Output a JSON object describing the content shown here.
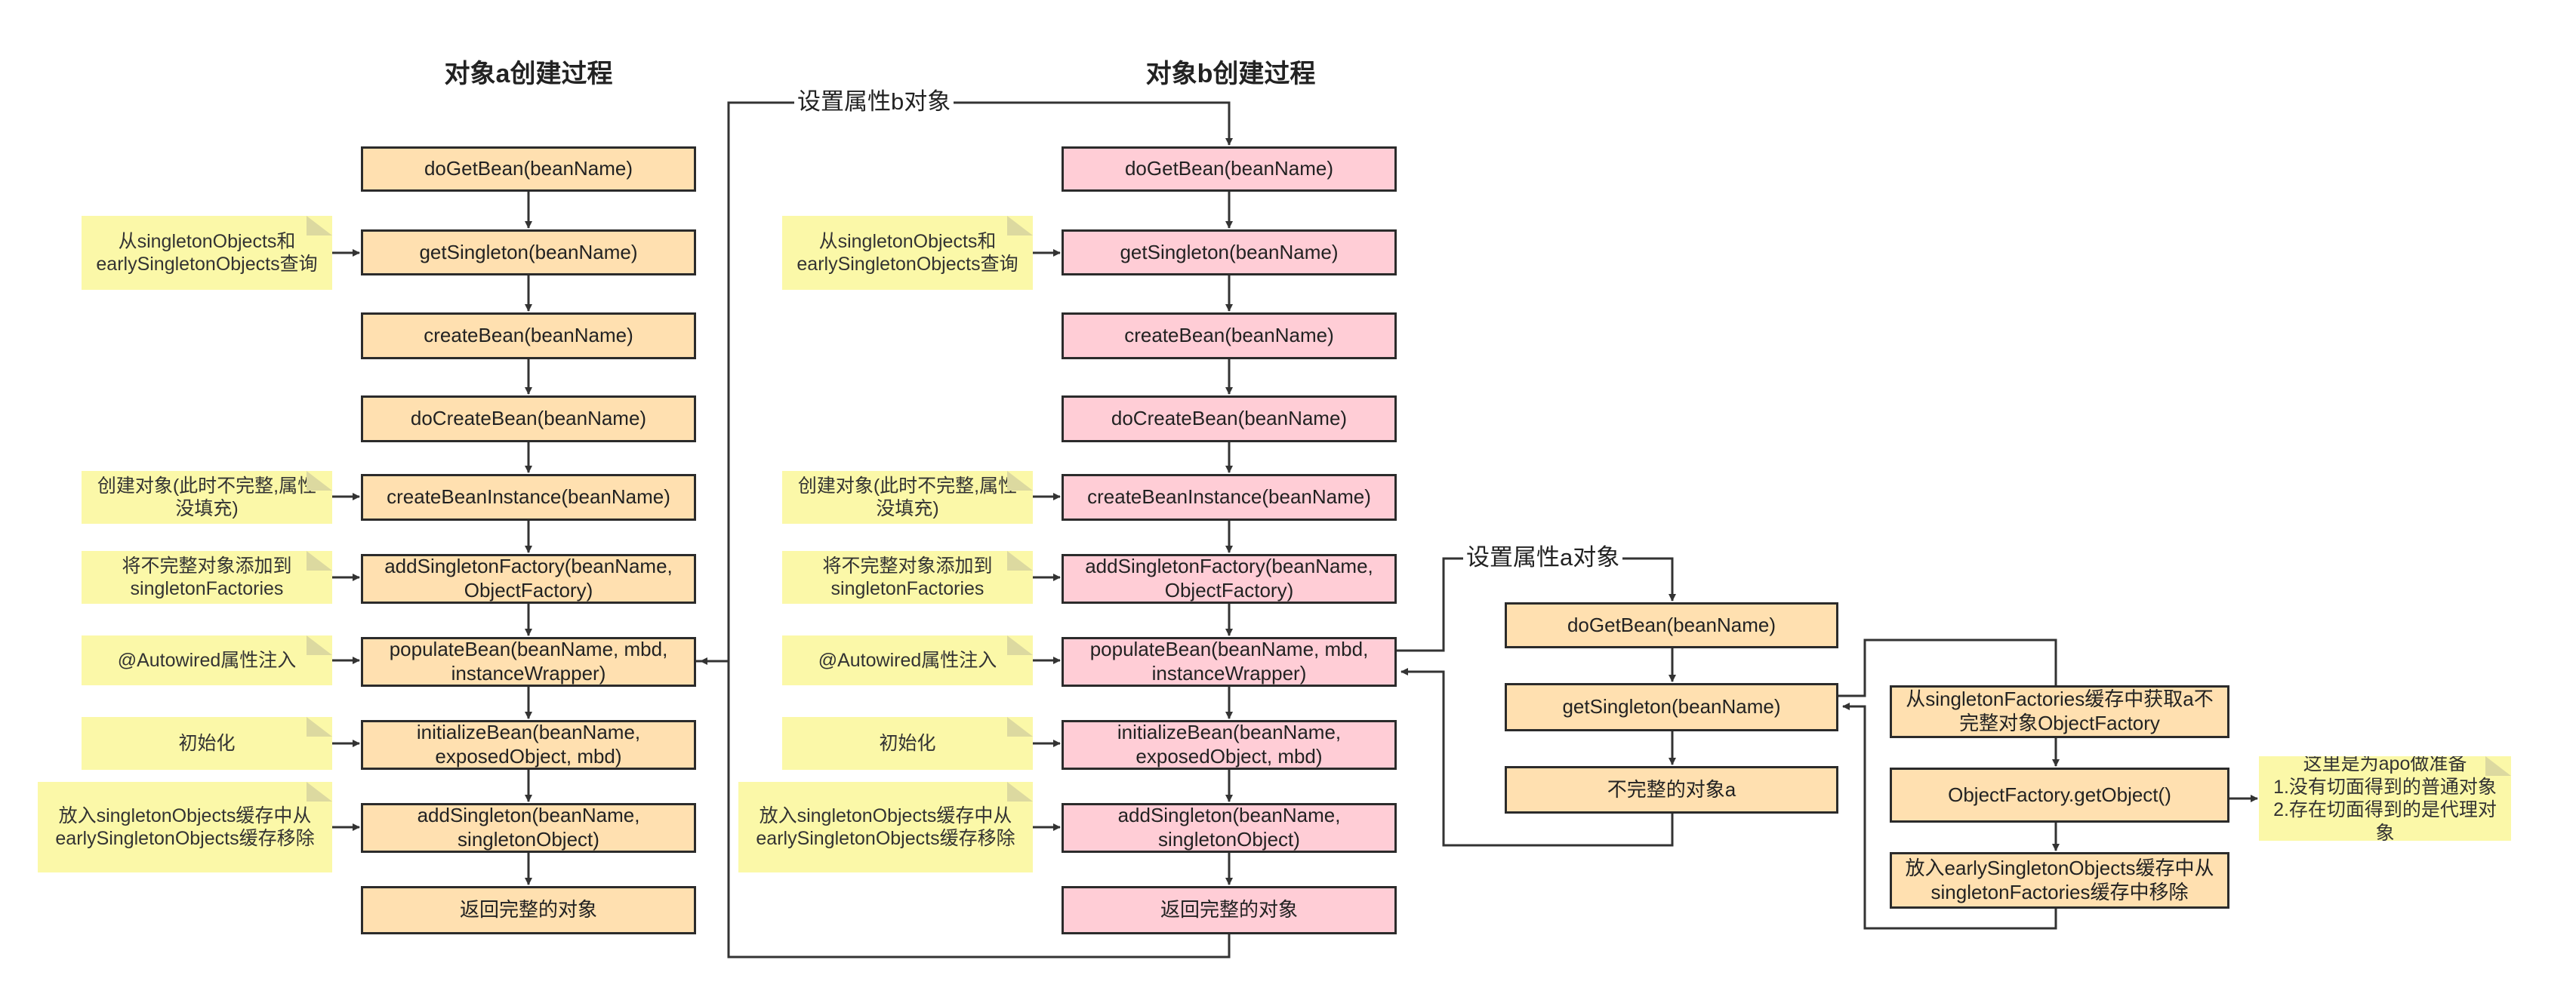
{
  "titles": {
    "object_a": "对象a创建过程",
    "object_b": "对象b创建过程"
  },
  "column_a": {
    "steps": [
      "doGetBean(beanName)",
      "getSingleton(beanName)",
      "createBean(beanName)",
      "doCreateBean(beanName)",
      "createBeanInstance(beanName)",
      "addSingletonFactory(beanName, ObjectFactory)",
      "populateBean(beanName, mbd, instanceWrapper)",
      "initializeBean(beanName, exposedObject, mbd)",
      "addSingleton(beanName, singletonObject)",
      "返回完整的对象"
    ],
    "notes": [
      "从singletonObjects和earlySingletonObjects查询",
      "创建对象(此时不完整,属性没填充)",
      "将不完整对象添加到singletonFactories",
      "@Autowired属性注入",
      "初始化",
      "放入singletonObjects缓存中从earlySingletonObjects缓存移除"
    ]
  },
  "column_b": {
    "steps": [
      "doGetBean(beanName)",
      "getSingleton(beanName)",
      "createBean(beanName)",
      "doCreateBean(beanName)",
      "createBeanInstance(beanName)",
      "addSingletonFactory(beanName, ObjectFactory)",
      "populateBean(beanName, mbd, instanceWrapper)",
      "initializeBean(beanName, exposedObject, mbd)",
      "addSingleton(beanName, singletonObject)",
      "返回完整的对象"
    ],
    "notes": [
      "从singletonObjects和earlySingletonObjects查询",
      "创建对象(此时不完整,属性没填充)",
      "将不完整对象添加到singletonFactories",
      "@Autowired属性注入",
      "初始化",
      "放入singletonObjects缓存中从earlySingletonObjects缓存移除"
    ]
  },
  "column_c": {
    "steps": [
      "doGetBean(beanName)",
      "getSingleton(beanName)",
      "不完整的对象a"
    ]
  },
  "column_d": {
    "steps": [
      "从singletonFactories缓存中获取a不完整对象ObjectFactory",
      "ObjectFactory.getObject()",
      "放入earlySingletonObjects缓存中从singletonFactories缓存中移除"
    ],
    "note": "这里是为apo做准备\n1.没有切面得到的普通对象\n2.存在切面得到的是代理对象"
  },
  "edge_labels": {
    "set_b": "设置属性b对象",
    "set_a": "设置属性a对象"
  },
  "colors": {
    "column_a_fill": "#ffe0b0",
    "column_b_fill": "#ffcdd6",
    "note_fill": "#fbf8a8",
    "line": "#333333"
  }
}
